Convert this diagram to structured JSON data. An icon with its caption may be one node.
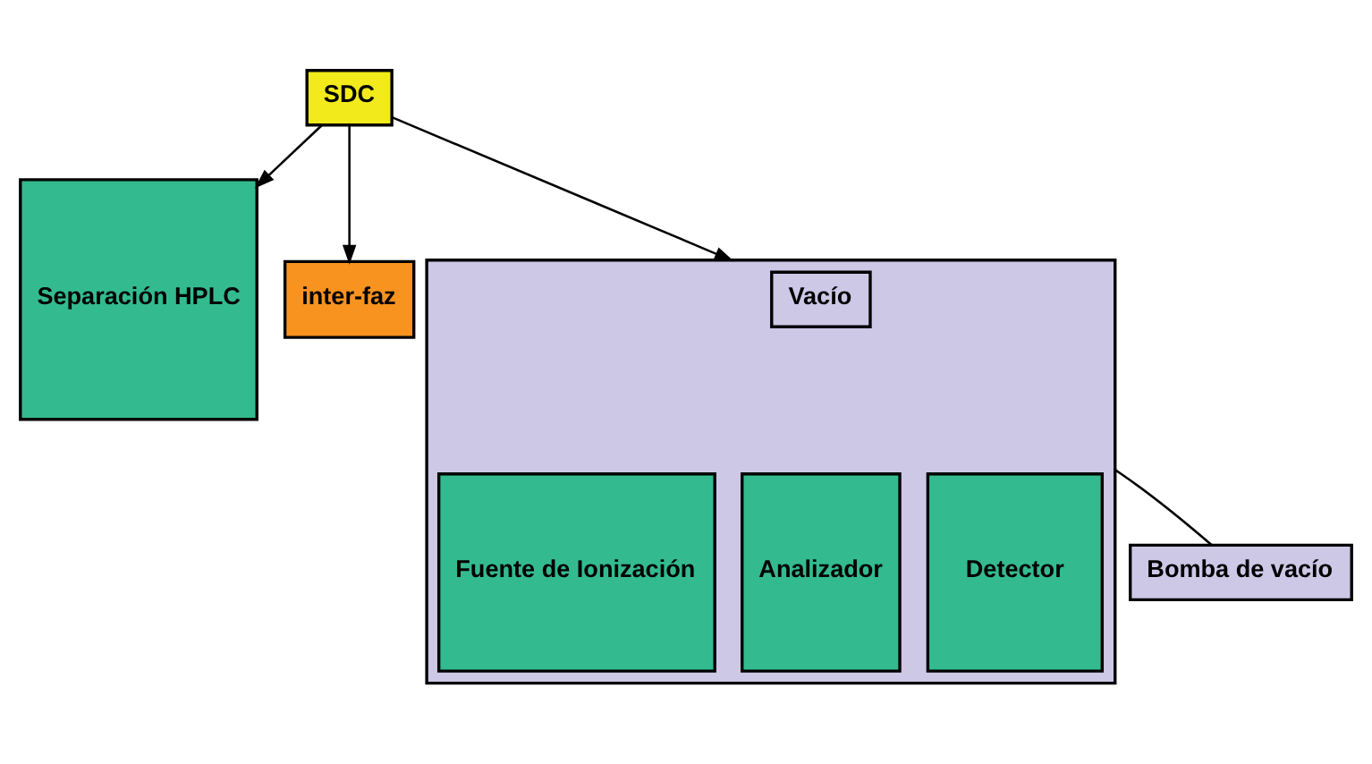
{
  "diagram": {
    "nodes": [
      {
        "text": [
          "SDC"
        ]
      },
      {
        "text": [
          "Separación HPLC"
        ]
      },
      {
        "text": [
          "inter-faz"
        ]
      },
      {
        "text": [],
        "shape": "box"
      },
      {
        "text": [
          "Vacío"
        ],
        "in": 3
      },
      {
        "text": [
          "Fuente de Ionización"
        ],
        "in": 3
      },
      {
        "text": [
          "Analizador"
        ],
        "in": 3
      },
      {
        "text": [
          "Detector"
        ],
        "in": 3
      },
      {
        "text": [
          "Bomba de vacío"
        ]
      }
    ],
    "edges": [
      {
        "from": 0,
        "to": 1,
        "arrow": "to"
      },
      {
        "from": 0,
        "to": 2,
        "arrow": "to"
      },
      {
        "from": 0,
        "to": 3,
        "arrow": "to"
      },
      {
        "from": 8,
        "to": 3,
        "arrow": "none"
      }
    ]
  }
}
